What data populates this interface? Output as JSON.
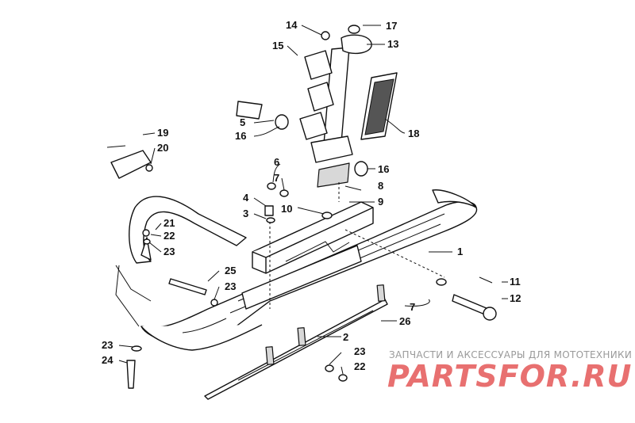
{
  "watermark": {
    "caption": "ЗАПЧАСТИ И АКСЕССУАРЫ ДЛЯ МОТОТЕХНИКИ",
    "logo_text": "PARTSFOR.RU",
    "logo_color": "#e87070"
  },
  "callouts": [
    {
      "id": "c1",
      "text": "1"
    },
    {
      "id": "c2",
      "text": "2"
    },
    {
      "id": "c3",
      "text": "3"
    },
    {
      "id": "c4",
      "text": "4"
    },
    {
      "id": "c5",
      "text": "5"
    },
    {
      "id": "c6",
      "text": "6"
    },
    {
      "id": "c7a",
      "text": "7"
    },
    {
      "id": "c7b",
      "text": "7"
    },
    {
      "id": "c8",
      "text": "8"
    },
    {
      "id": "c9",
      "text": "9"
    },
    {
      "id": "c10",
      "text": "10"
    },
    {
      "id": "c11",
      "text": "11"
    },
    {
      "id": "c12",
      "text": "12"
    },
    {
      "id": "c13",
      "text": "13"
    },
    {
      "id": "c14",
      "text": "14"
    },
    {
      "id": "c15",
      "text": "15"
    },
    {
      "id": "c16a",
      "text": "16"
    },
    {
      "id": "c16b",
      "text": "16"
    },
    {
      "id": "c17",
      "text": "17"
    },
    {
      "id": "c18",
      "text": "18"
    },
    {
      "id": "c19",
      "text": "19"
    },
    {
      "id": "c20",
      "text": "20"
    },
    {
      "id": "c21",
      "text": "21"
    },
    {
      "id": "c22a",
      "text": "22"
    },
    {
      "id": "c22b",
      "text": "22"
    },
    {
      "id": "c23a",
      "text": "23"
    },
    {
      "id": "c23b",
      "text": "23"
    },
    {
      "id": "c23c",
      "text": "23"
    },
    {
      "id": "c23d",
      "text": "23"
    },
    {
      "id": "c24",
      "text": "24"
    },
    {
      "id": "c25",
      "text": "25"
    },
    {
      "id": "c26",
      "text": "26"
    }
  ]
}
